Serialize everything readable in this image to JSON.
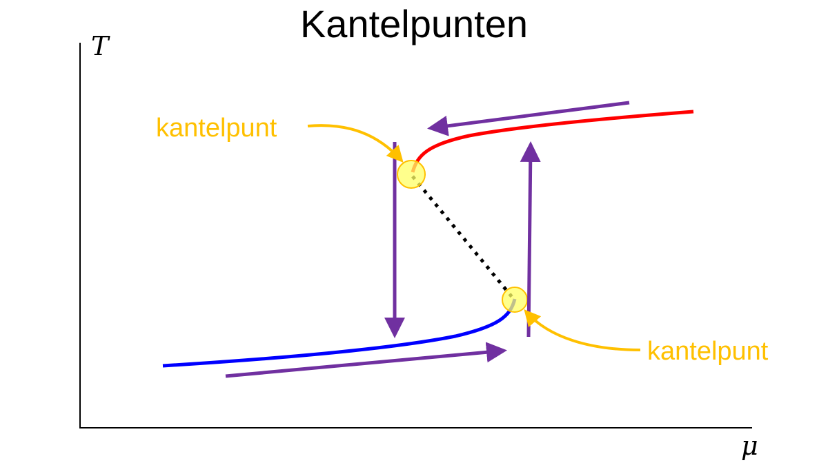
{
  "title": "Kantelpunten",
  "axes": {
    "y_label": "T",
    "x_label": "μ"
  },
  "annotations": {
    "upper_label": "kantelpunt",
    "lower_label": "kantelpunt"
  },
  "colors": {
    "upper_branch": "#ff0000",
    "lower_branch": "#0000ff",
    "unstable_branch": "#000000",
    "transition_arrows": "#7030a0",
    "annotation": "#ffc000",
    "tipping_marker_fill": "#ffff66"
  }
}
